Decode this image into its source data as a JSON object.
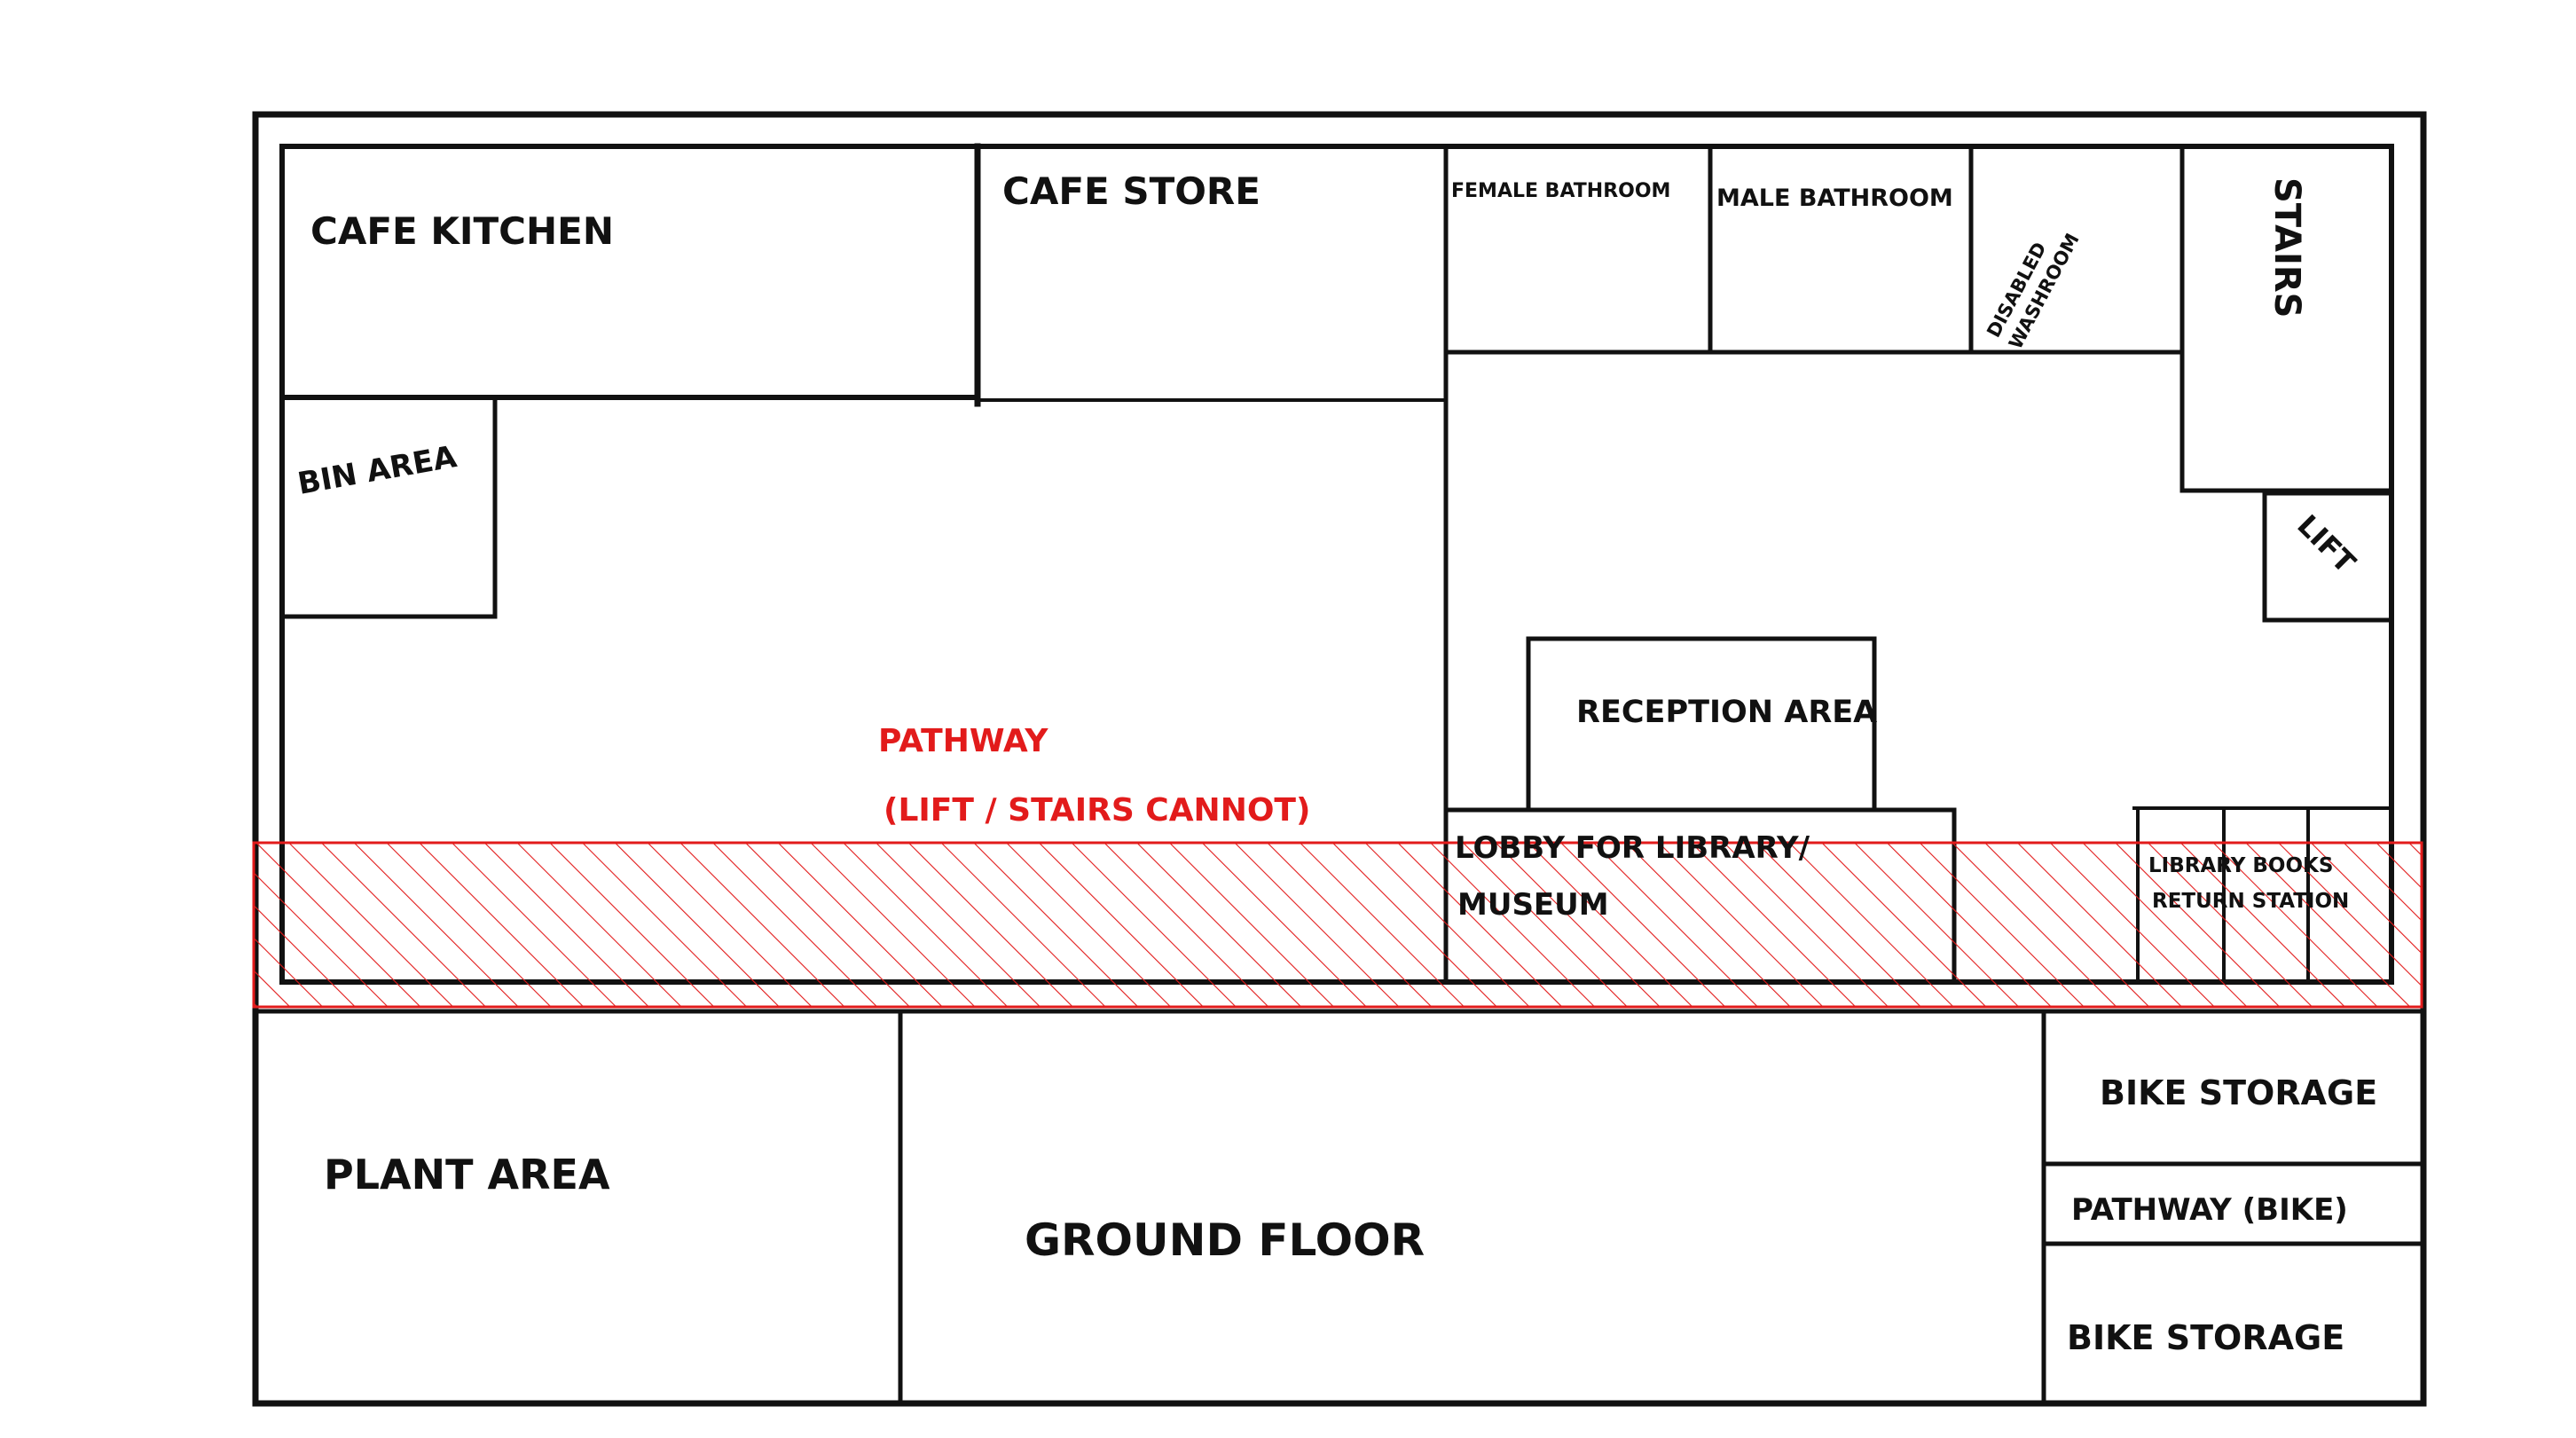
{
  "rooms": {
    "cafe_kitchen": "CAFE KITCHEN",
    "cafe_store": "CAFE STORE",
    "female_bathroom": "FEMALE BATHROOM",
    "male_bathroom": "MALE BATHROOM",
    "disabled_washroom_1": "DISABLED",
    "disabled_washroom_2": "WASHROOM",
    "stairs": "STAIRS",
    "lift": "LIFT",
    "bin_area": "BIN AREA",
    "reception_area": "RECEPTION AREA",
    "lobby_1": "LOBBY FOR LIBRARY/",
    "lobby_2": "MUSEUM",
    "library_return_1": "LIBRARY BOOKS",
    "library_return_2": "RETURN STATION",
    "plant_area": "PLANT AREA",
    "ground_floor": "GROUND FLOOR",
    "bike_storage_top": "BIKE STORAGE",
    "bike_pathway": "PATHWAY (BIKE)",
    "bike_storage_bottom": "BIKE STORAGE"
  },
  "pathway": {
    "title": "PATHWAY",
    "subtitle": "(LIFT / STAIRS CANNOT)"
  },
  "colors": {
    "wall": "#111111",
    "pathway": "#e21b1b",
    "background": "#ffffff"
  }
}
